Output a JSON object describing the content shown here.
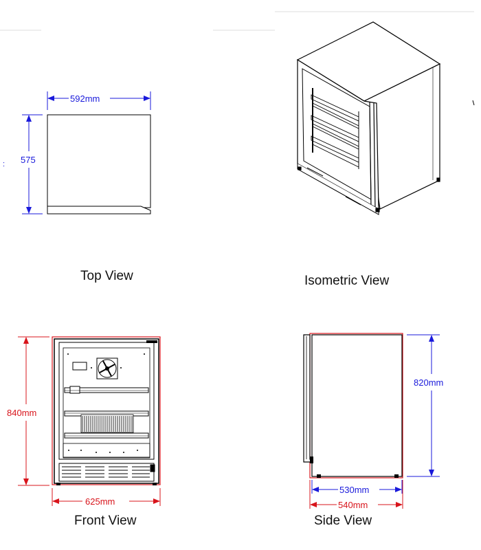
{
  "views": {
    "top": {
      "title": "Top View",
      "width_dim": "592mm",
      "depth_dim": "575"
    },
    "isometric": {
      "title": "Isometric View"
    },
    "front": {
      "title": "Front View",
      "height_dim": "840mm",
      "width_dim": "625mm"
    },
    "side": {
      "title": "Side View",
      "height_dim": "820mm",
      "inner_depth_dim": "530mm",
      "outer_depth_dim": "540mm"
    }
  },
  "colors": {
    "dimension_blue": "#1a1adb",
    "outline_red": "#d8141b",
    "line": "#000000"
  }
}
